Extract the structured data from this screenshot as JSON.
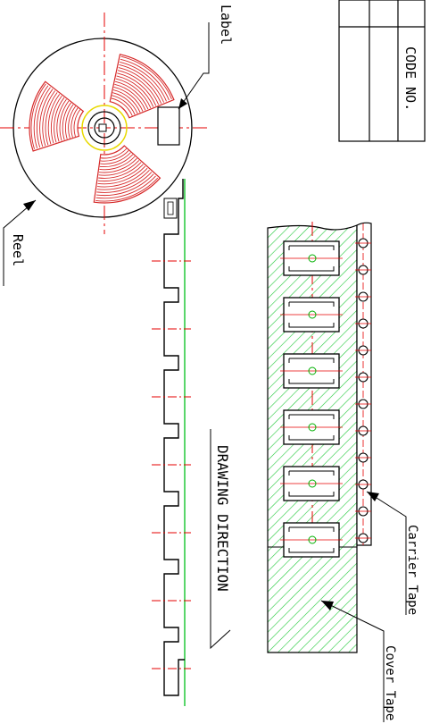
{
  "labels": {
    "label": "Label",
    "reel": "Reel",
    "code_no": "CODE NO.",
    "drawing_direction": "DRAWING DIRECTION",
    "carrier_tape": "Carrier Tape",
    "cover_tape": "Cover Tape"
  },
  "colors": {
    "outline": "#000000",
    "centerline": "#e60000",
    "reel_sector": "#d62828",
    "hub_ring": "#e8d900",
    "tape_fill": "#22c93a",
    "tape_line": "#00b000"
  },
  "pocket_count": 6,
  "sprocket_hole_count": 12
}
